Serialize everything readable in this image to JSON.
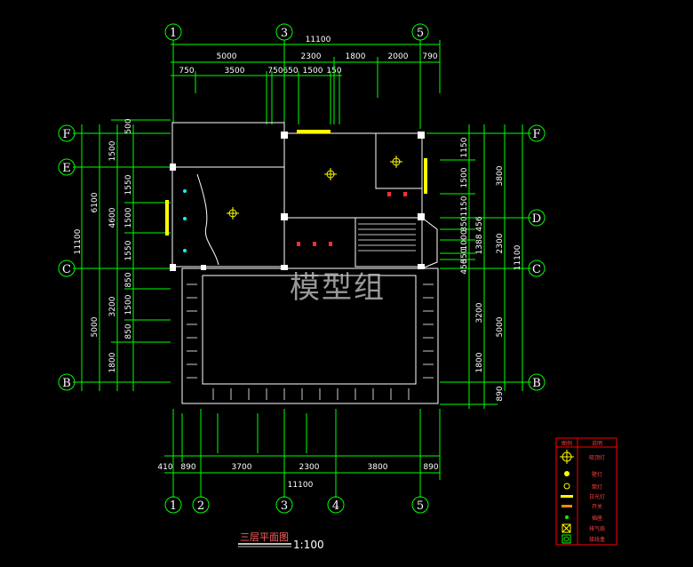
{
  "drawing": {
    "title": "三层平面图",
    "scale": "1:100",
    "watermark": "模型组"
  },
  "axes": {
    "top": [
      "1",
      "3",
      "5"
    ],
    "bottom": [
      "1",
      "2",
      "3",
      "4",
      "5"
    ],
    "left": [
      "F",
      "E",
      "C",
      "B"
    ],
    "right": [
      "F",
      "D",
      "C",
      "B"
    ]
  },
  "dims": {
    "top_total": "11100",
    "top_row2": [
      "5000",
      "2300",
      "1800",
      "2000",
      "790"
    ],
    "top_row3": [
      "750",
      "3500",
      "750",
      "650",
      "1500",
      "150"
    ],
    "bottom_row1": [
      "410",
      "890",
      "3700",
      "2300",
      "3800",
      "890"
    ],
    "bottom_total": "11100",
    "left_total": "11100",
    "left_col2": [
      "6100",
      "5000"
    ],
    "left_col3": [
      "4600",
      "3200",
      "1800"
    ],
    "left_col4": [
      "500",
      "1500",
      "1550",
      "1500",
      "1550",
      "850",
      "1500",
      "850"
    ],
    "right_col1": [
      "1150",
      "1500",
      "1150",
      "350",
      "1000",
      "350",
      "456",
      "1388",
      "456",
      "3200",
      "1800",
      "890"
    ],
    "right_col2": [
      "3800",
      "2300",
      "5000"
    ],
    "right_total": "11100"
  },
  "legend": {
    "headers": [
      "图例",
      "说明"
    ],
    "rows": [
      {
        "icon": "ceiling-light-icon",
        "label": "吸顶灯"
      },
      {
        "icon": "wall-light-icon",
        "label": "壁灯"
      },
      {
        "icon": "spot-light-icon",
        "label": "筒灯"
      },
      {
        "icon": "fluorescent-light-icon",
        "label": "日光灯"
      },
      {
        "icon": "switch-icon",
        "label": "开关"
      },
      {
        "icon": "socket-icon",
        "label": "插座"
      },
      {
        "icon": "exhaust-fan-icon",
        "label": "排气扇"
      },
      {
        "icon": "junction-box-icon",
        "label": "接线盒"
      }
    ],
    "colors": {
      "border": "#ff0000",
      "text": "#ff0000",
      "symbol": "#ffff00"
    }
  },
  "colors": {
    "background": "#000000",
    "dimension": "#00ff00",
    "wall": "#ffffff",
    "window": "#ffff00",
    "fixture": "#00ffff",
    "red": "#ff0000"
  }
}
